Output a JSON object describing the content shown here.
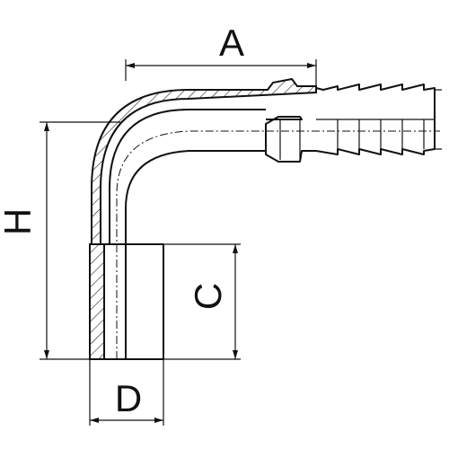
{
  "dimension_labels": {
    "a": "A",
    "h": "H",
    "c": "C",
    "d": "D"
  }
}
